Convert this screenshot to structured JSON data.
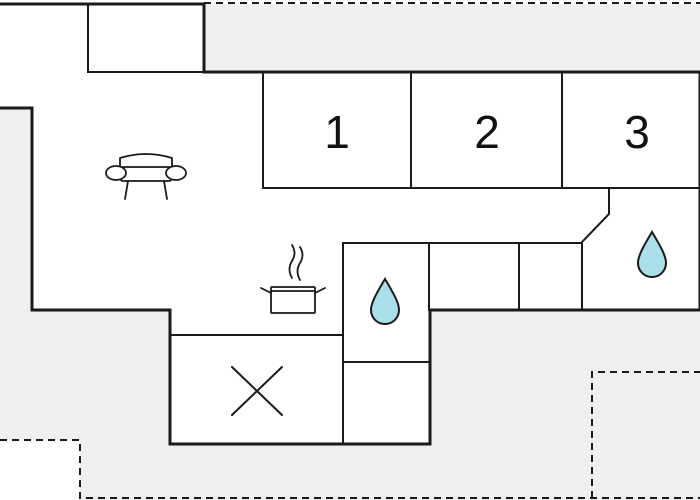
{
  "floor_plan": {
    "bedrooms": [
      {
        "label": "1"
      },
      {
        "label": "2"
      },
      {
        "label": "3"
      }
    ],
    "icons": {
      "sofa": "sofa-icon",
      "kitchen": "cooking-pot-icon",
      "bathroom": "water-drop-icon",
      "stairs": "cross-icon"
    },
    "colors": {
      "outside": "#eef0f0",
      "walls": "#1a1a1a",
      "water": "#a9dfe8"
    }
  }
}
